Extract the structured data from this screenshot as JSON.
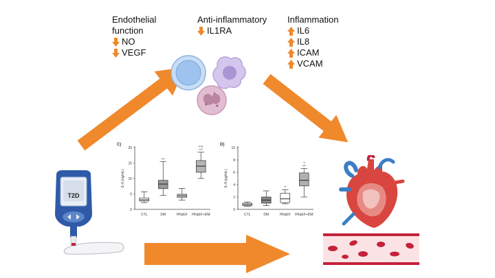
{
  "endothelial": {
    "title_line1": "Endothelial",
    "title_line2": "function",
    "items": [
      {
        "label": "NO",
        "direction": "down"
      },
      {
        "label": "VEGF",
        "direction": "down"
      }
    ]
  },
  "anti_inflammatory": {
    "title": "Anti-inflammatory",
    "items": [
      {
        "label": "IL1RA",
        "direction": "down"
      }
    ]
  },
  "inflammation": {
    "title": "Inflammation",
    "items": [
      {
        "label": "IL6",
        "direction": "up"
      },
      {
        "label": "IL8",
        "direction": "up"
      },
      {
        "label": "ICAM",
        "direction": "up"
      },
      {
        "label": "VCAM",
        "direction": "up"
      }
    ]
  },
  "device": {
    "screen_text": "T2D"
  },
  "colors": {
    "arrow_orange": "#F0892C",
    "cell_blue": "#9DC3EE",
    "cell_purple": "#C9B4E6",
    "cell_pink": "#D9A7C0",
    "vessel_red": "#C4223A",
    "heart_red": "#D9453F",
    "artery_blue": "#3A7FC4"
  },
  "chart_data": [
    {
      "type": "box",
      "panel": "C)",
      "ylabel": "IL-6 (ng/mL)",
      "ylim": [
        0,
        20
      ],
      "yticks": [
        "0",
        "5",
        "10",
        "15",
        "20"
      ],
      "categories": [
        "CTL",
        "DM",
        "HFpEF",
        "HFpEF+DM"
      ],
      "boxes": [
        {
          "min": 2.2,
          "q1": 2.7,
          "median": 3.1,
          "q3": 3.7,
          "max": 5.7
        },
        {
          "min": 4.5,
          "q1": 6.7,
          "median": 8.2,
          "q3": 9.4,
          "max": 15.5
        },
        {
          "min": 3.0,
          "q1": 3.9,
          "median": 4.4,
          "q3": 4.9,
          "max": 6.8
        },
        {
          "min": 10.0,
          "q1": 12.0,
          "median": 14.0,
          "q3": 15.8,
          "max": 18.5
        }
      ],
      "annotations": [
        "",
        "***",
        "",
        "†††\n***"
      ]
    },
    {
      "type": "box",
      "panel": "D)",
      "ylabel": "IL-8 (pg/mL)",
      "ylim": [
        0,
        10
      ],
      "yticks": [
        "0",
        "2",
        "4",
        "6",
        "8",
        "10"
      ],
      "categories": [
        "CTL",
        "DM",
        "HFpEF",
        "HFpEF+DM"
      ],
      "boxes": [
        {
          "min": 0.5,
          "q1": 0.6,
          "median": 0.8,
          "q3": 1.0,
          "max": 1.2
        },
        {
          "min": 0.6,
          "q1": 1.0,
          "median": 1.5,
          "q3": 2.0,
          "max": 3.0
        },
        {
          "min": 0.9,
          "q1": 1.1,
          "median": 1.7,
          "q3": 2.6,
          "max": 3.2
        },
        {
          "min": 2.0,
          "q1": 3.8,
          "median": 4.7,
          "q3": 5.9,
          "max": 6.6
        }
      ],
      "annotations": [
        "",
        "",
        "**",
        "†\n***"
      ]
    }
  ]
}
